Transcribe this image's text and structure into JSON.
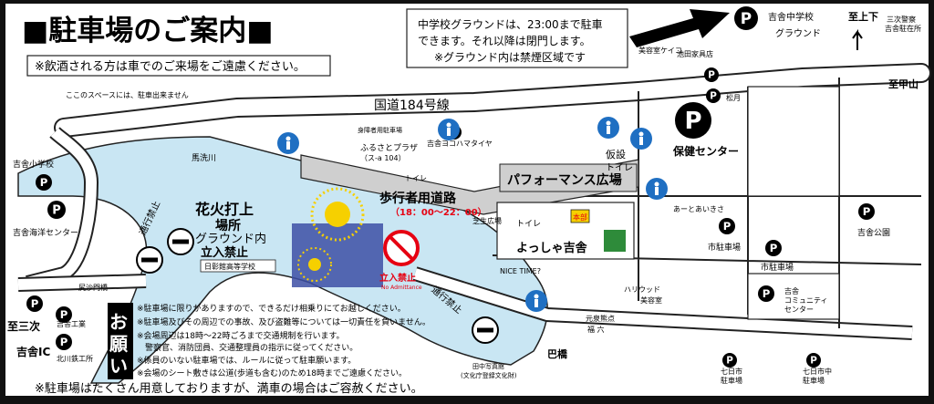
{
  "header": {
    "title": "■駐車場のご案内■",
    "notice": "※飲酒される方は車でのご来場をご遠慮ください。"
  },
  "ground_notice": {
    "line1": "中学校グラウンドは、23:00まで駐車",
    "line2": "できます。それ以降は閉門します。",
    "line3": "※グラウンド内は禁煙区域です"
  },
  "top_right": {
    "school": "吉舎中学校",
    "ground": "グラウンド",
    "to_kamige": "至上下",
    "police1": "三次警察",
    "police2": "吉舎駐在所",
    "to_koushin": "至甲山",
    "ikeda": "池田家具店",
    "biyoshitsu": "美容室ケイコ",
    "matsutsuki": "松月"
  },
  "labels": {
    "route": "国道184号線",
    "space_note": "ここのスペースには、駐車出来ません",
    "elementary": "吉舎小学校",
    "kaihan": "吉舎海洋センター",
    "river": "馬洗川",
    "no_entry1": "通行禁止",
    "no_entry2": "通行禁止",
    "fire1": "花火打上",
    "fire2": "場所",
    "fire3": "グラウンド内",
    "fire4": "立入禁止",
    "school_h": "日彰館高等学校",
    "furusato1": "ふるさとプラザ",
    "furusato2": "（ス-a 104）",
    "shogai": "身障者用駐車場",
    "masaya": "吉舎ヨコハマタイヤ",
    "toilet1": "トイレ",
    "walk": "歩行者用道路",
    "walk_time": "（18：00～22：00）",
    "kasetsu1": "仮設",
    "kasetsu2": "トイレ",
    "performance": "パフォーマンス広場",
    "shibafu": "芝生広場",
    "toilet2": "トイレ",
    "honbu": "本部",
    "yoshsha": "よっしゃ吉舎",
    "nice": "NICE TIME?",
    "hoken": "保健センター",
    "aato": "あーとあいきさ",
    "shichusha": "市駐車場",
    "shichusha2": "市駐車場",
    "koen": "吉舎公園",
    "comm1": "吉舎",
    "comm2": "コミュニティ",
    "comm3": "センター",
    "hollywood": "ハリウッド",
    "biyo2": "美容室",
    "motoki": "元泉熊点",
    "fukuroku": "福 六",
    "tomoe": "巴橋",
    "tanaka1": "田中写真館",
    "tanaka2": "(文化庁登録文化財)",
    "nanoka1": "七日市",
    "nanoka2": "駐車場",
    "nanoka3": "七日市中",
    "nanoka4": "駐車場",
    "ic": "吉舎IC",
    "to_miyoshi": "至三次",
    "kogyo": "吉舎工業",
    "kitagawa": "北川鉄工所",
    "kanuma": "尻沙門橋",
    "tachiiri": "立入禁止",
    "no_admit": "No Admittance"
  },
  "rules": {
    "title": "お願い",
    "r1": "※駐車場に限りがありますので、できるだけ相乗りにてお越しください。",
    "r2": "※駐車場及びその周辺での事故、及び盗難等については一切責任を負いません。",
    "r3": "※会場周辺は18時～22時ごろまで交通規制を行います。",
    "r4": "　警察官、消防団員、交通整理員の指示に従ってください。",
    "r5": "※係員のいない駐車場では、ルールに従って駐車願います。",
    "r6": "※会場のシート敷きは公道(歩道も含む)のため18時までご遠慮ください。"
  },
  "footer": "※駐車場はたくさん用意しておりますが、満車の場合はご容赦ください。",
  "parking_icon": "P",
  "colors": {
    "river": "#c9e6f3",
    "road": "#ffffff",
    "outline": "#222222",
    "walkway": "#cfcfcf",
    "red": "#e60012",
    "blue": "#1f6fc2",
    "green": "#2e8b3a"
  }
}
